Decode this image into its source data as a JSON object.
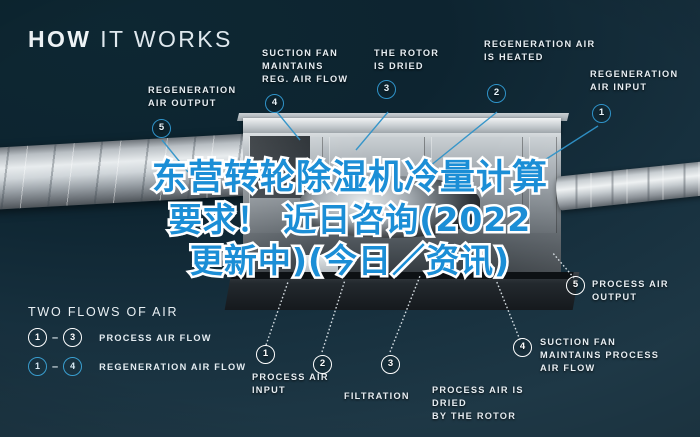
{
  "header": {
    "title_strong": "HOW",
    "title_rest": "IT WORKS"
  },
  "callouts": {
    "top": [
      {
        "id": "regeneration-air-output",
        "number": "5",
        "label": "REGENERATION\nAIR OUTPUT",
        "style": "blue"
      },
      {
        "id": "suction-fan-reg",
        "number": "4",
        "label": "SUCTION FAN\nMAINTAINS\nREG. AIR FLOW",
        "style": "blue"
      },
      {
        "id": "rotor-dried",
        "number": "3",
        "label": "THE ROTOR\nIS DRIED",
        "style": "blue"
      },
      {
        "id": "regeneration-air-heated",
        "number": "2",
        "label": "REGENERATION AIR\nIS HEATED",
        "style": "blue"
      },
      {
        "id": "regeneration-air-input",
        "number": "1",
        "label": "REGENERATION\nAIR INPUT",
        "style": "blue"
      }
    ],
    "bottom": [
      {
        "id": "process-air-input",
        "number": "1",
        "label": "PROCESS AIR\nINPUT",
        "style": "white"
      },
      {
        "id": "filtration",
        "number": "2",
        "label": "FILTRATION",
        "style": "white"
      },
      {
        "id": "process-air-dried",
        "number": "3",
        "label": "PROCESS AIR IS DRIED\nBY THE ROTOR",
        "style": "white"
      },
      {
        "id": "suction-fan-process",
        "number": "4",
        "label": "SUCTION FAN\nMAINTAINS PROCESS\nAIR FLOW",
        "style": "white"
      },
      {
        "id": "process-air-output",
        "number": "5",
        "label": "PROCESS AIR\nOUTPUT",
        "style": "white"
      }
    ]
  },
  "legend": {
    "title": "TWO FLOWS OF AIR",
    "rows": [
      {
        "from": "1",
        "dash": "–",
        "to": "3",
        "label": "PROCESS AIR FLOW",
        "style": "white"
      },
      {
        "from": "1",
        "dash": "–",
        "to": "4",
        "label": "REGENERATION AIR FLOW",
        "style": "blue"
      }
    ]
  },
  "overlay": {
    "line1": "东营转轮除湿机冷量计算",
    "line2": "要求！ 近日咨询(2022",
    "line3": "更新中)(今日／资讯)"
  },
  "colors": {
    "background_dark": "#0d2430",
    "background_light": "#1e3846",
    "accent_blue": "#1b8ed6",
    "marker_blue": "#2f93c9",
    "text_white": "#e7eef3"
  }
}
